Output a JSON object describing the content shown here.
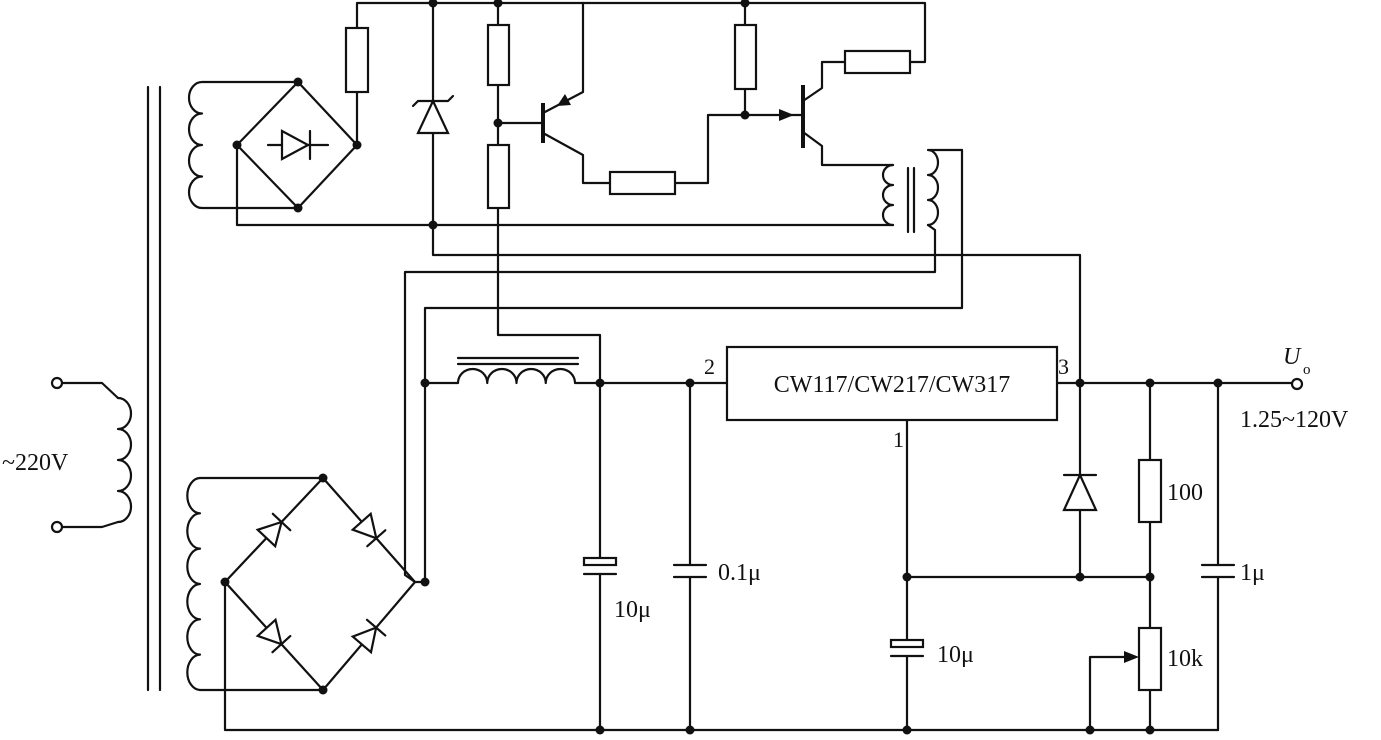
{
  "source": {
    "label": "~220V"
  },
  "regulator": {
    "label": "CW117/CW217/CW317",
    "pin_in": "2",
    "pin_out": "3",
    "pin_adj": "1"
  },
  "output": {
    "symbol": "U",
    "subscript": "o",
    "range": "1.25~120V"
  },
  "components": {
    "c_bulk": "10μ",
    "c_in": "0.1μ",
    "c_adj": "10μ",
    "r_upper": "100",
    "c_out": "1μ",
    "r_adjust": "10k"
  }
}
